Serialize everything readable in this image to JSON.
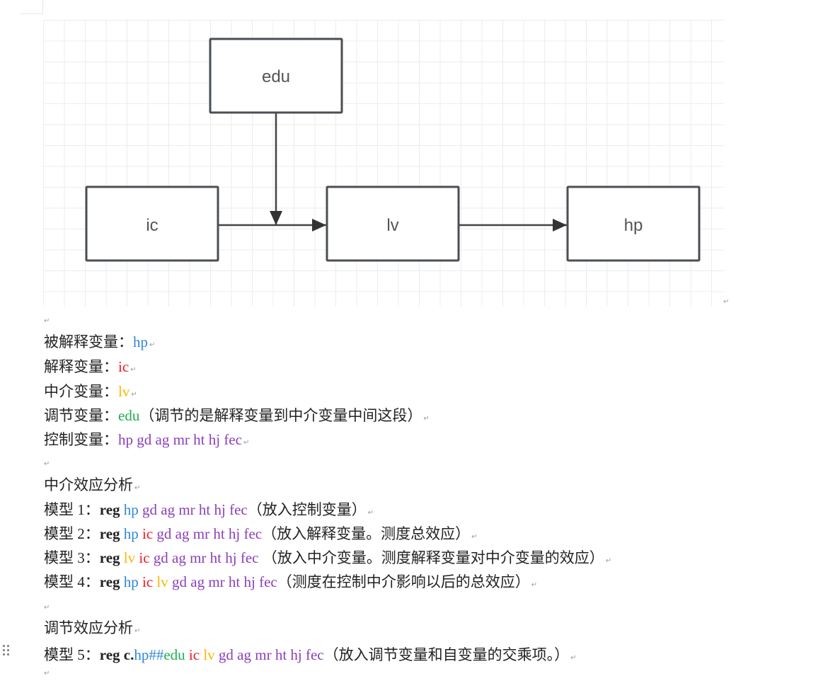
{
  "diagram": {
    "nodes": [
      {
        "id": "edu",
        "label": "edu"
      },
      {
        "id": "ic",
        "label": "ic"
      },
      {
        "id": "lv",
        "label": "lv"
      },
      {
        "id": "hp",
        "label": "hp"
      }
    ],
    "edges": [
      {
        "from": "ic",
        "to": "lv"
      },
      {
        "from": "lv",
        "to": "hp"
      },
      {
        "from": "edu",
        "to": "ic-lv-edge",
        "type": "moderation"
      }
    ]
  },
  "colors": {
    "blue": "#2f86d9",
    "red": "#f0192a",
    "yellow": "#f5b800",
    "green": "#1fae4f",
    "purple": "#8a3fb8"
  },
  "paragraph_mark": "↵",
  "variables": {
    "dependent": {
      "label": "被解释变量：",
      "value": "hp"
    },
    "explanatory": {
      "label": "解释变量：",
      "value": "ic"
    },
    "mediator": {
      "label": "中介变量：",
      "value": "lv"
    },
    "moderator": {
      "label": "调节变量：",
      "value": "edu",
      "note": "（调节的是解释变量到中介变量中间这段）"
    },
    "controls": {
      "label": "控制变量：",
      "value": "hp gd ag mr ht hj fec"
    }
  },
  "mediation": {
    "heading": "中介效应分析",
    "models": [
      {
        "label": "模型 1：",
        "cmd": "reg ",
        "parts": [
          [
            "hp",
            "blue"
          ],
          [
            " gd ag mr ht hj fec",
            "purple"
          ]
        ],
        "note": "（放入控制变量）"
      },
      {
        "label": "模型 2：",
        "cmd": "reg ",
        "parts": [
          [
            "hp",
            "blue"
          ],
          [
            " ",
            ""
          ],
          [
            "ic",
            "red"
          ],
          [
            " gd ag mr ht hj fec",
            "purple"
          ]
        ],
        "note": "（放入解释变量。测度总效应）"
      },
      {
        "label": "模型 3：",
        "cmd": "reg ",
        "parts": [
          [
            "lv",
            "yellow"
          ],
          [
            " ",
            ""
          ],
          [
            "ic",
            "red"
          ],
          [
            " gd ag mr ht hj fec",
            "purple"
          ]
        ],
        "note": " （放入中介变量。测度解释变量对中介变量的效应）"
      },
      {
        "label": "模型 4：",
        "cmd": "reg ",
        "parts": [
          [
            "hp",
            "blue"
          ],
          [
            " ",
            ""
          ],
          [
            "ic",
            "red"
          ],
          [
            " ",
            ""
          ],
          [
            "lv",
            "yellow"
          ],
          [
            " gd ag mr ht hj fec",
            "purple"
          ]
        ],
        "note": "（测度在控制中介影响以后的总效应）"
      }
    ]
  },
  "moderation": {
    "heading": "调节效应分析",
    "models": [
      {
        "label": "模型 5：",
        "cmd": "reg c.",
        "parts": [
          [
            "hp##",
            "blue"
          ],
          [
            "edu",
            "green"
          ],
          [
            " ",
            ""
          ],
          [
            "ic",
            "red"
          ],
          [
            " ",
            ""
          ],
          [
            "lv",
            "yellow"
          ],
          [
            " gd ag mr ht hj fec",
            "purple"
          ]
        ],
        "note": "（放入调节变量和自变量的交乘项。）"
      }
    ]
  }
}
